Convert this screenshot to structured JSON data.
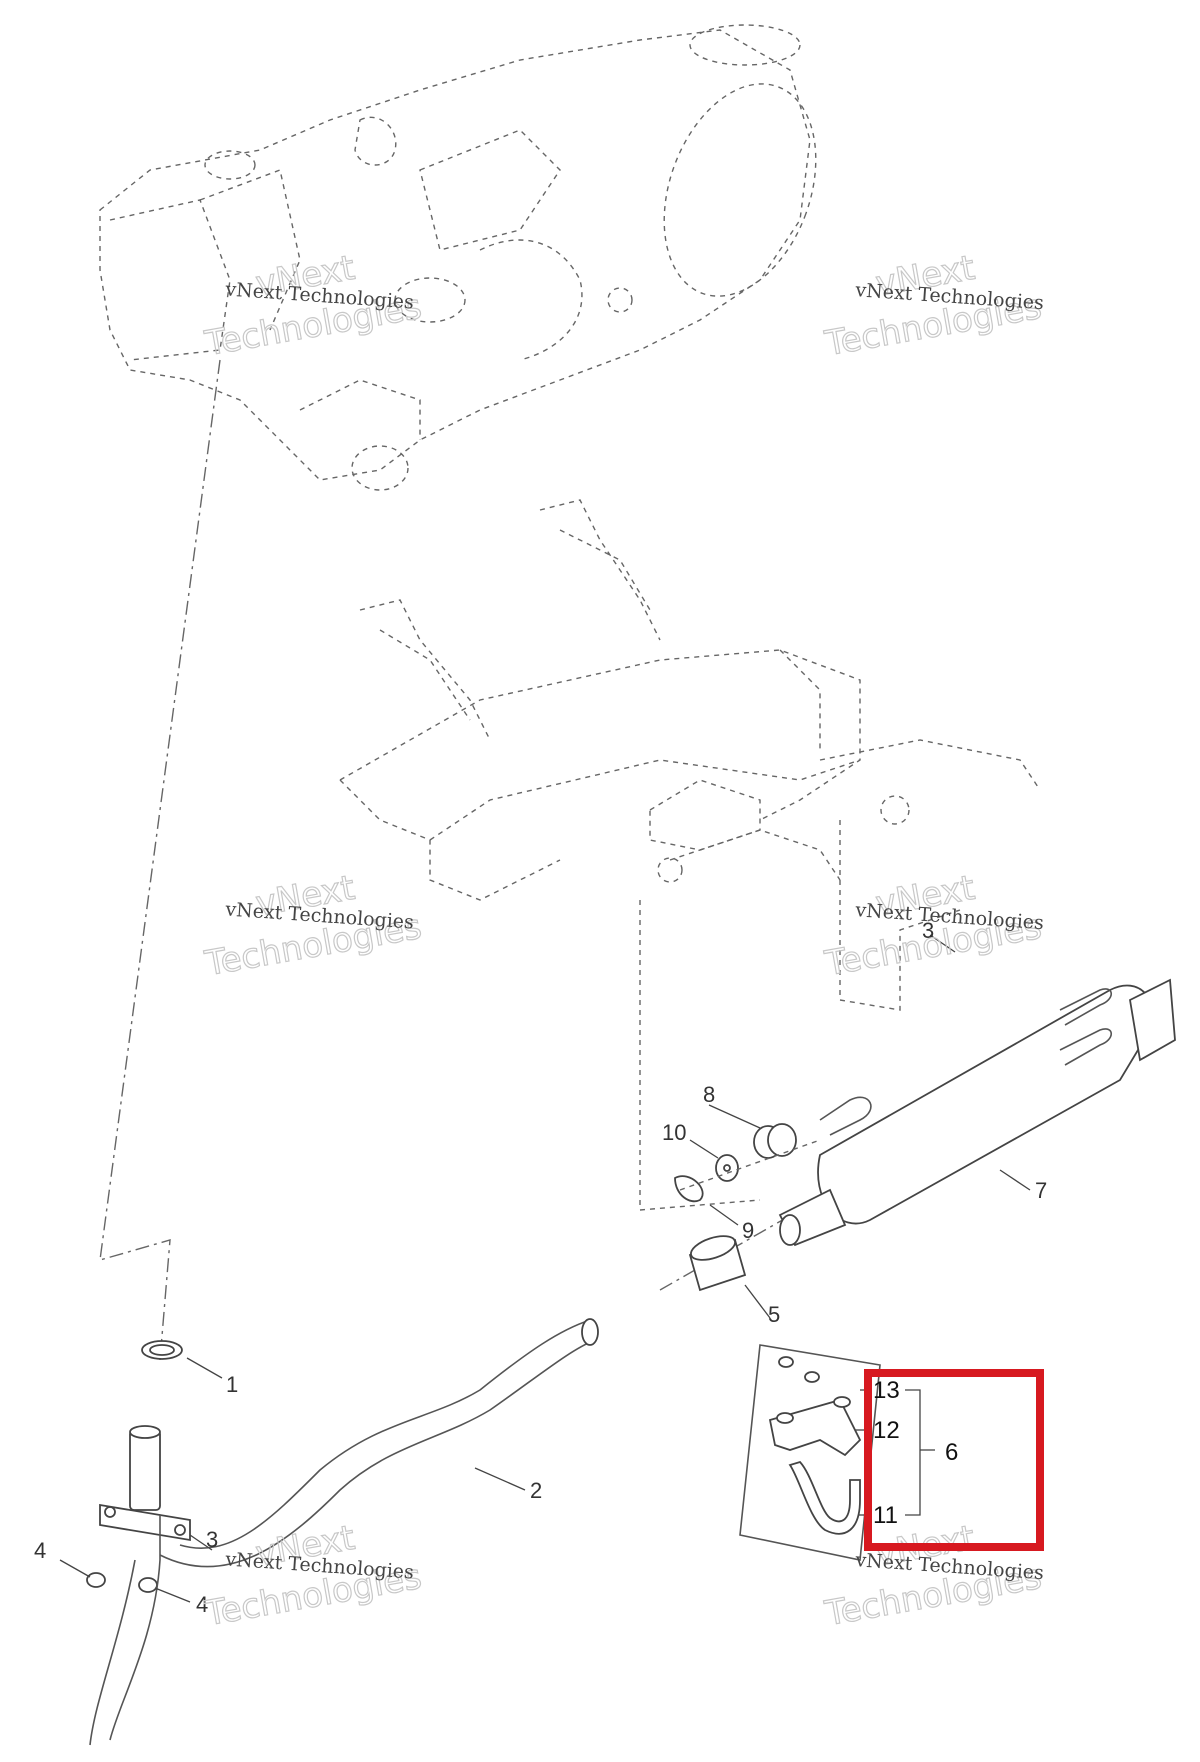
{
  "watermark": {
    "line1": "vNext Technologies",
    "big_top": "vNext",
    "big_bottom": "Technologies"
  },
  "callouts": {
    "c1": "1",
    "c2": "2",
    "c3a": "3",
    "c3b": "3",
    "c4a": "4",
    "c4b": "4",
    "c5": "5",
    "c6": "6",
    "c7": "7",
    "c8": "8",
    "c9": "9",
    "c10": "10",
    "c11": "11",
    "c12": "12",
    "c13": "13"
  },
  "highlight_color": "#d71920"
}
